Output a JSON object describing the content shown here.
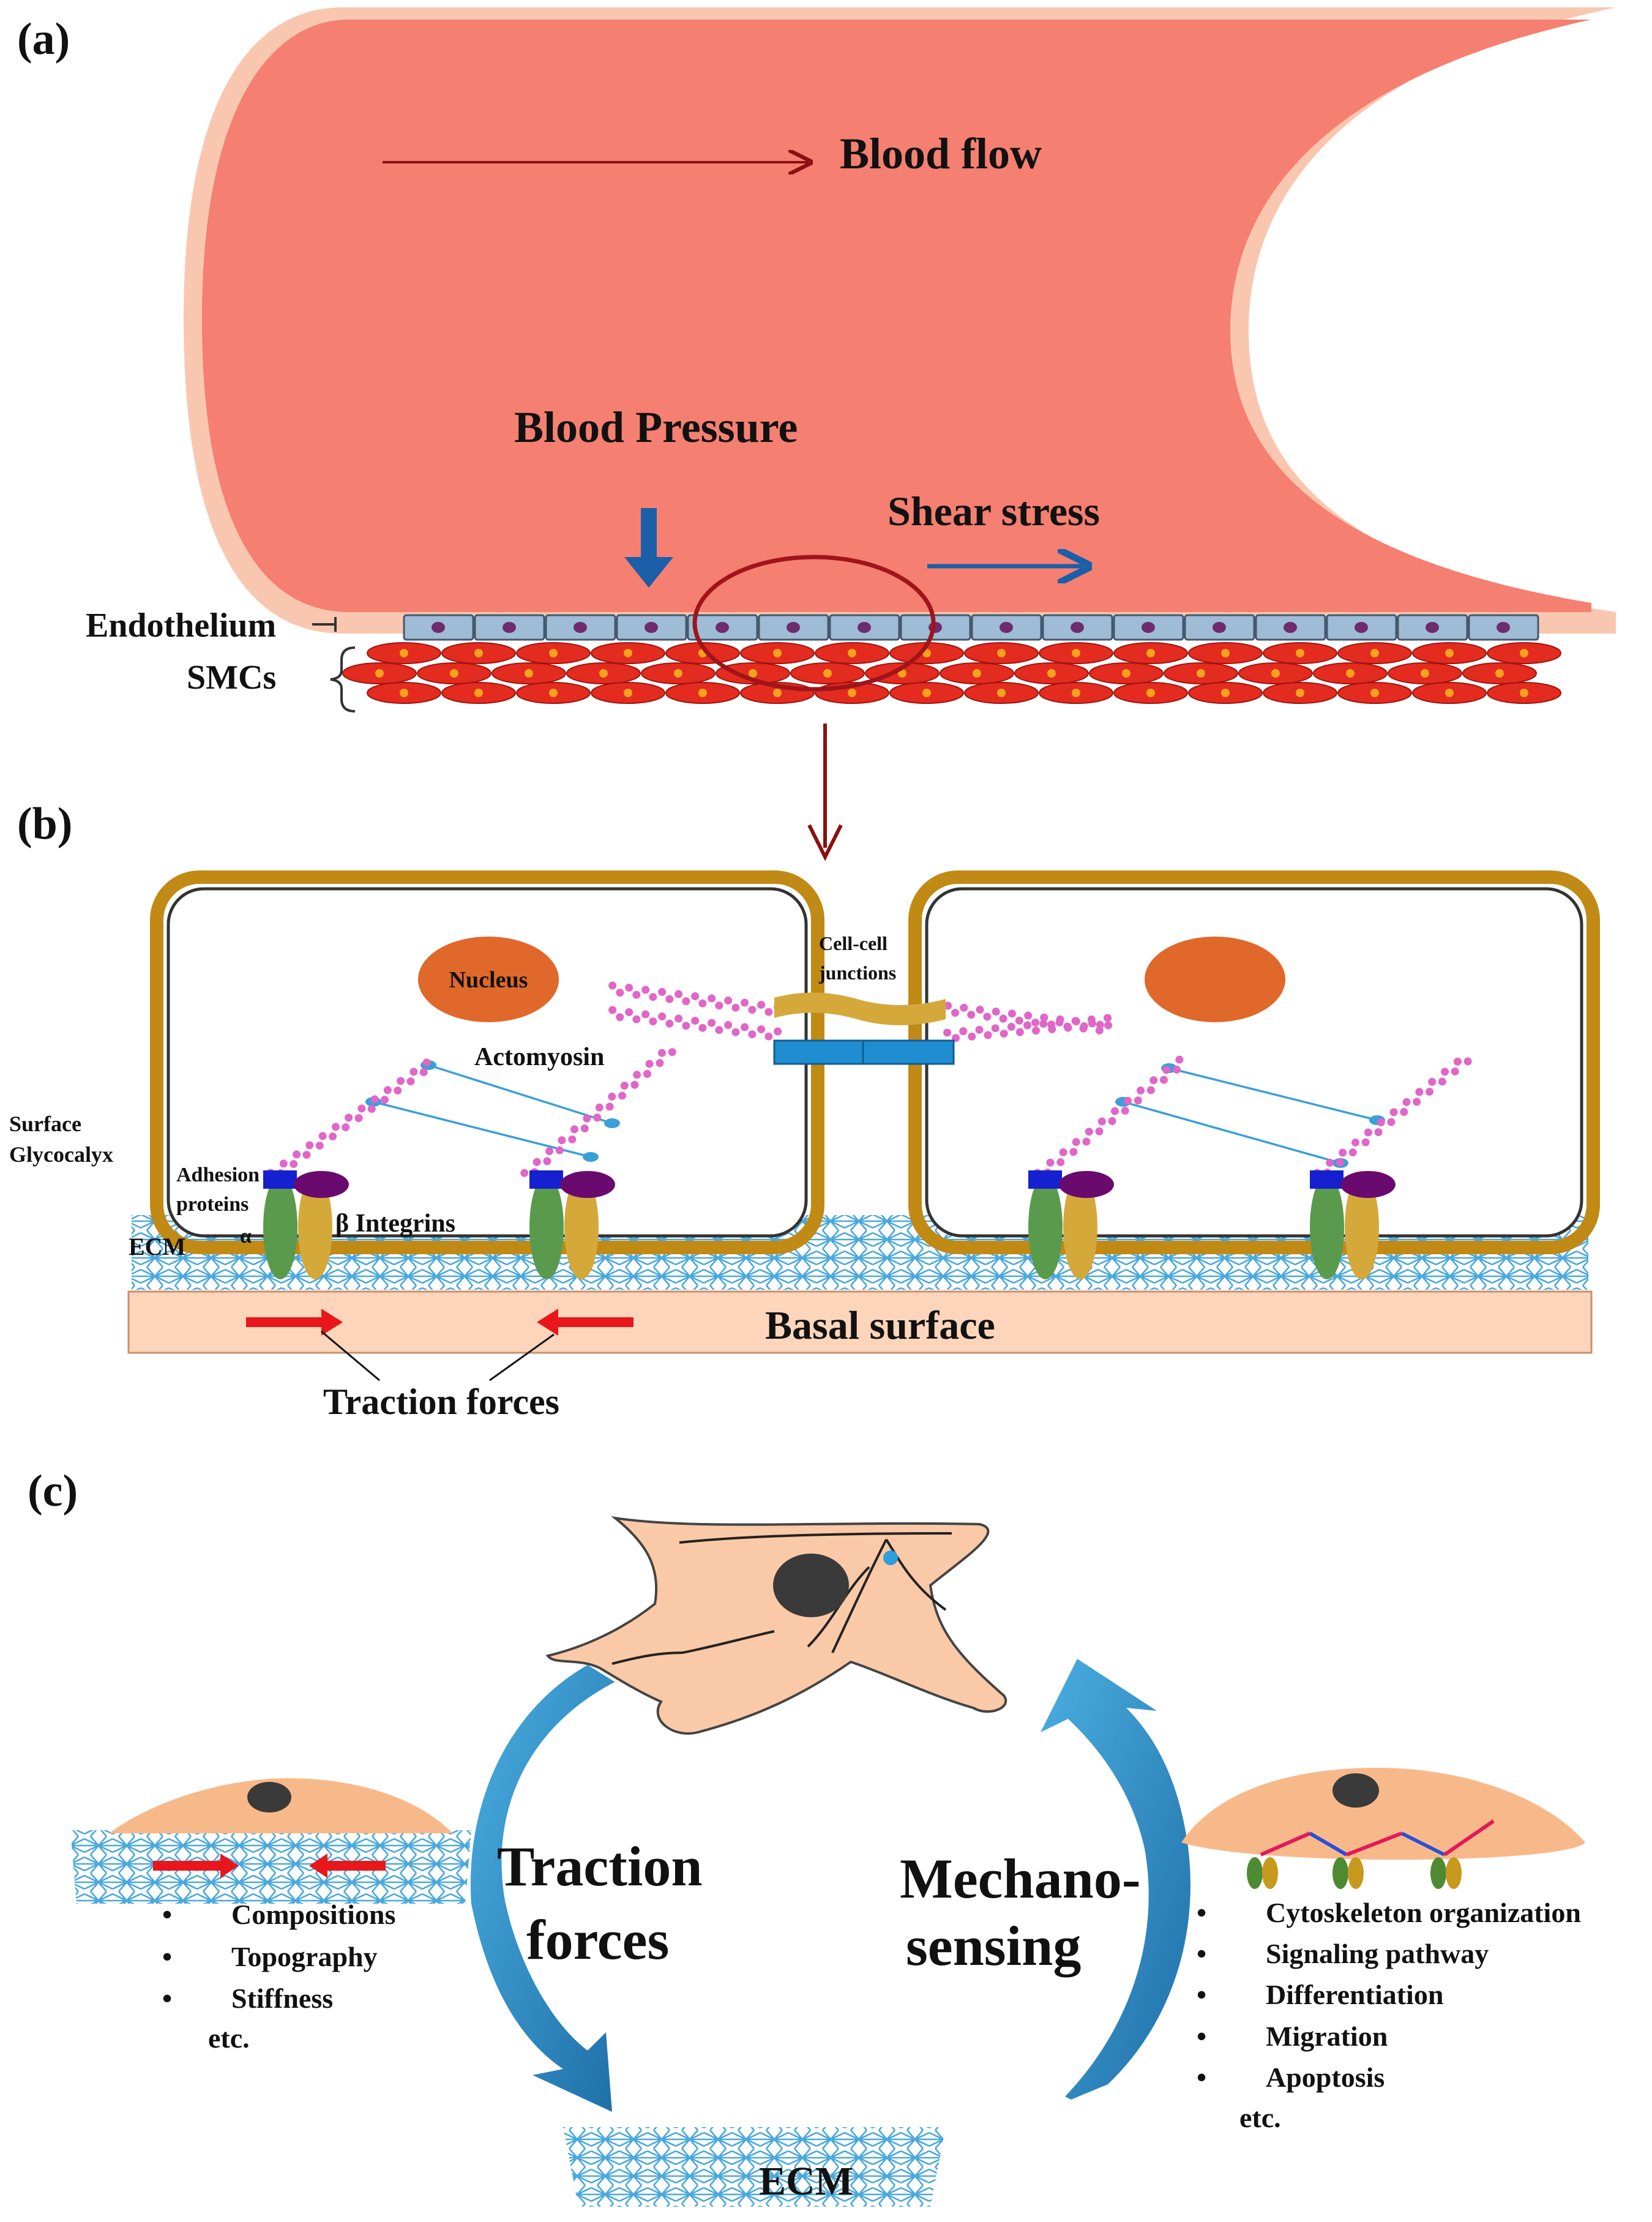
{
  "panel_a": {
    "letter": "(a)",
    "blood_flow": "Blood flow",
    "blood_pressure": "Blood Pressure",
    "shear_stress": "Shear stress",
    "endothelium": "Endothelium",
    "smcs": "SMCs"
  },
  "panel_b": {
    "letter": "(b)",
    "nucleus": "Nucleus",
    "cell_cell_junctions_line1": "Cell-cell",
    "cell_cell_junctions_line2": "junctions",
    "actomyosin": "Actomyosin",
    "surface_glycocalyx_line1": "Surface",
    "surface_glycocalyx_line2": "Glycocalyx",
    "adhesion_proteins_line1": "Adhesion",
    "adhesion_proteins_line2": "proteins",
    "alpha": "α",
    "beta_integrins": "β Integrins",
    "ecm": "ECM",
    "basal_surface": "Basal surface",
    "traction_forces": "Traction forces"
  },
  "panel_c": {
    "letter": "(c)",
    "traction_line1": "Traction",
    "traction_line2": "forces",
    "mechano_line1": "Mechano-",
    "mechano_line2": "sensing",
    "ecm": "ECM",
    "left_list": [
      "Compositions",
      "Topography",
      "Stiffness"
    ],
    "left_etc": "etc.",
    "right_list": [
      "Cytoskeleton organization",
      "Signaling pathway",
      "Differentiation",
      "Migration",
      "Apoptosis"
    ],
    "right_etc": "etc.",
    "bullet": "•"
  },
  "colors": {
    "vessel": "#f57f70",
    "vessel_edge": "#f9c7b0",
    "flow_arrow": "#8b1010",
    "pressure_arrow": "#1a5fa8",
    "endothelial_cell": "#9fbcd6",
    "endothelial_nucleus": "#6e2b6e",
    "smc": "#e42b1f",
    "smc_nucleus": "#f6a21c",
    "cell_border": "#c08a14",
    "nucleus": "#e0682a",
    "actin": "#e066c8",
    "myosin": "#3aa0d8",
    "ecm": "#4aa8dc",
    "basal": "#fcd5bb",
    "traction_arrow": "#e8171b",
    "integrin_alpha": "#5a9a4c",
    "integrin_beta": "#d4a93a",
    "adhesion_blue": "#1520d0",
    "adhesion_purple": "#6a0a6e",
    "cycle_arrow": "#2f8fc8",
    "cell_c": "#fac9a7"
  }
}
